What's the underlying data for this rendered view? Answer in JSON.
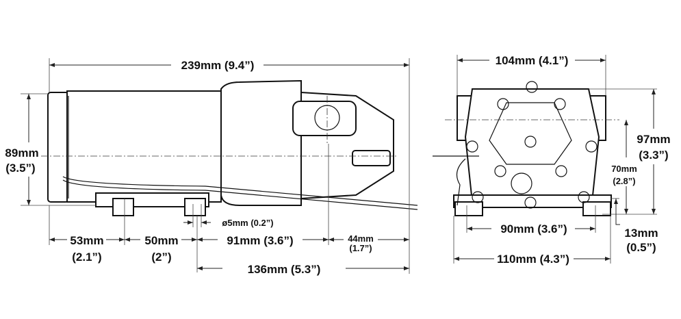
{
  "side_view": {
    "overall_length": "239mm (9.4”)",
    "height_mm": "89mm",
    "height_in": "(3.5”)",
    "dim_a_mm": "53mm",
    "dim_a_in": "(2.1”)",
    "dim_b_mm": "50mm",
    "dim_b_in": "(2”)",
    "dim_c": "91mm (3.6”)",
    "dim_d_mm": "44mm",
    "dim_d_in": "(1.7”)",
    "dim_e": "136mm (5.3”)",
    "hole_diameter": "ø5mm (0.2”)"
  },
  "front_view": {
    "width_top": "104mm (4.1”)",
    "height_mm": "97mm",
    "height_in": "(3.3”)",
    "port_height_mm": "70mm",
    "port_height_in": "(2.8”)",
    "mount_spacing": "90mm (3.6”)",
    "base_width": "110mm (4.3”)",
    "foot_height_mm": "13mm",
    "foot_height_in": "(0.5”)"
  }
}
